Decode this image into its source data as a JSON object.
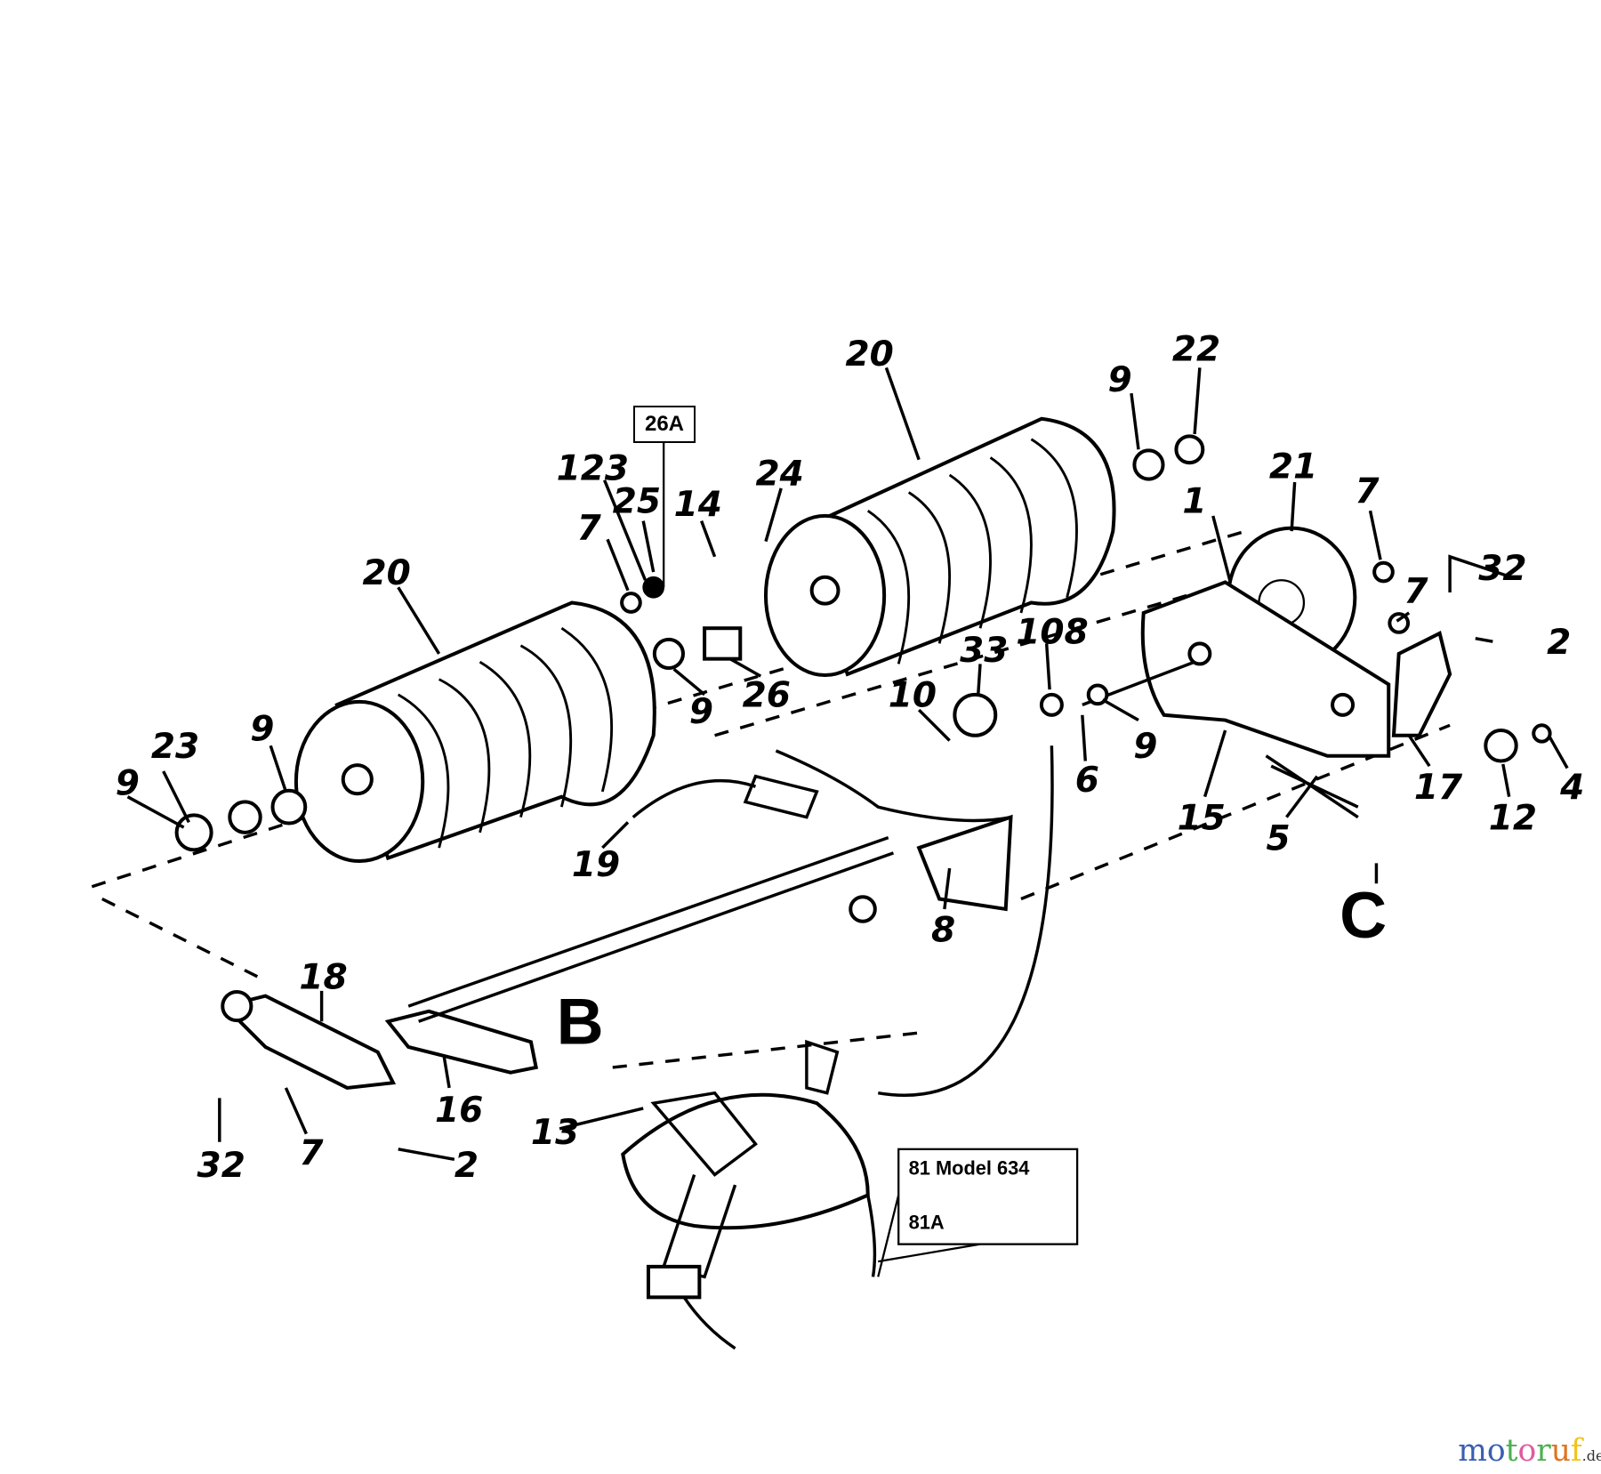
{
  "diagram": {
    "callouts": {
      "roller_left": "20",
      "roller_right": "20",
      "box_26a": "26A",
      "c123": "123",
      "c25": "25",
      "c14": "14",
      "c24": "24",
      "c7_a": "7",
      "c9_top": "9",
      "c22": "22",
      "c21": "21",
      "c7_b": "7",
      "c32_a": "32",
      "c7_c": "7",
      "c2_a": "2",
      "c1": "1",
      "c33": "33",
      "c108": "108",
      "c10": "10",
      "c6": "6",
      "c9_mid": "9",
      "c15": "15",
      "c17": "17",
      "c12": "12",
      "c4": "4",
      "c5": "5",
      "c9_center": "9",
      "c26": "26",
      "c23": "23",
      "c9_left_a": "9",
      "c9_left_b": "9",
      "c19": "19",
      "c8": "8",
      "c18": "18",
      "c16": "16",
      "c32_b": "32",
      "c7_d": "7",
      "c2_b": "2",
      "c13": "13"
    },
    "section_b": "B",
    "section_c": "C",
    "model_box": {
      "line1": "81  Model 634",
      "line2": "81A"
    }
  },
  "watermark": {
    "letters": [
      "m",
      "o",
      "t",
      "o",
      "r",
      "u",
      "f"
    ],
    "colors": [
      "#3a5fb0",
      "#3a5fb0",
      "#4caf50",
      "#e05aa0",
      "#4caf50",
      "#e0731e",
      "#f2c418"
    ],
    "suffix": ".de"
  }
}
